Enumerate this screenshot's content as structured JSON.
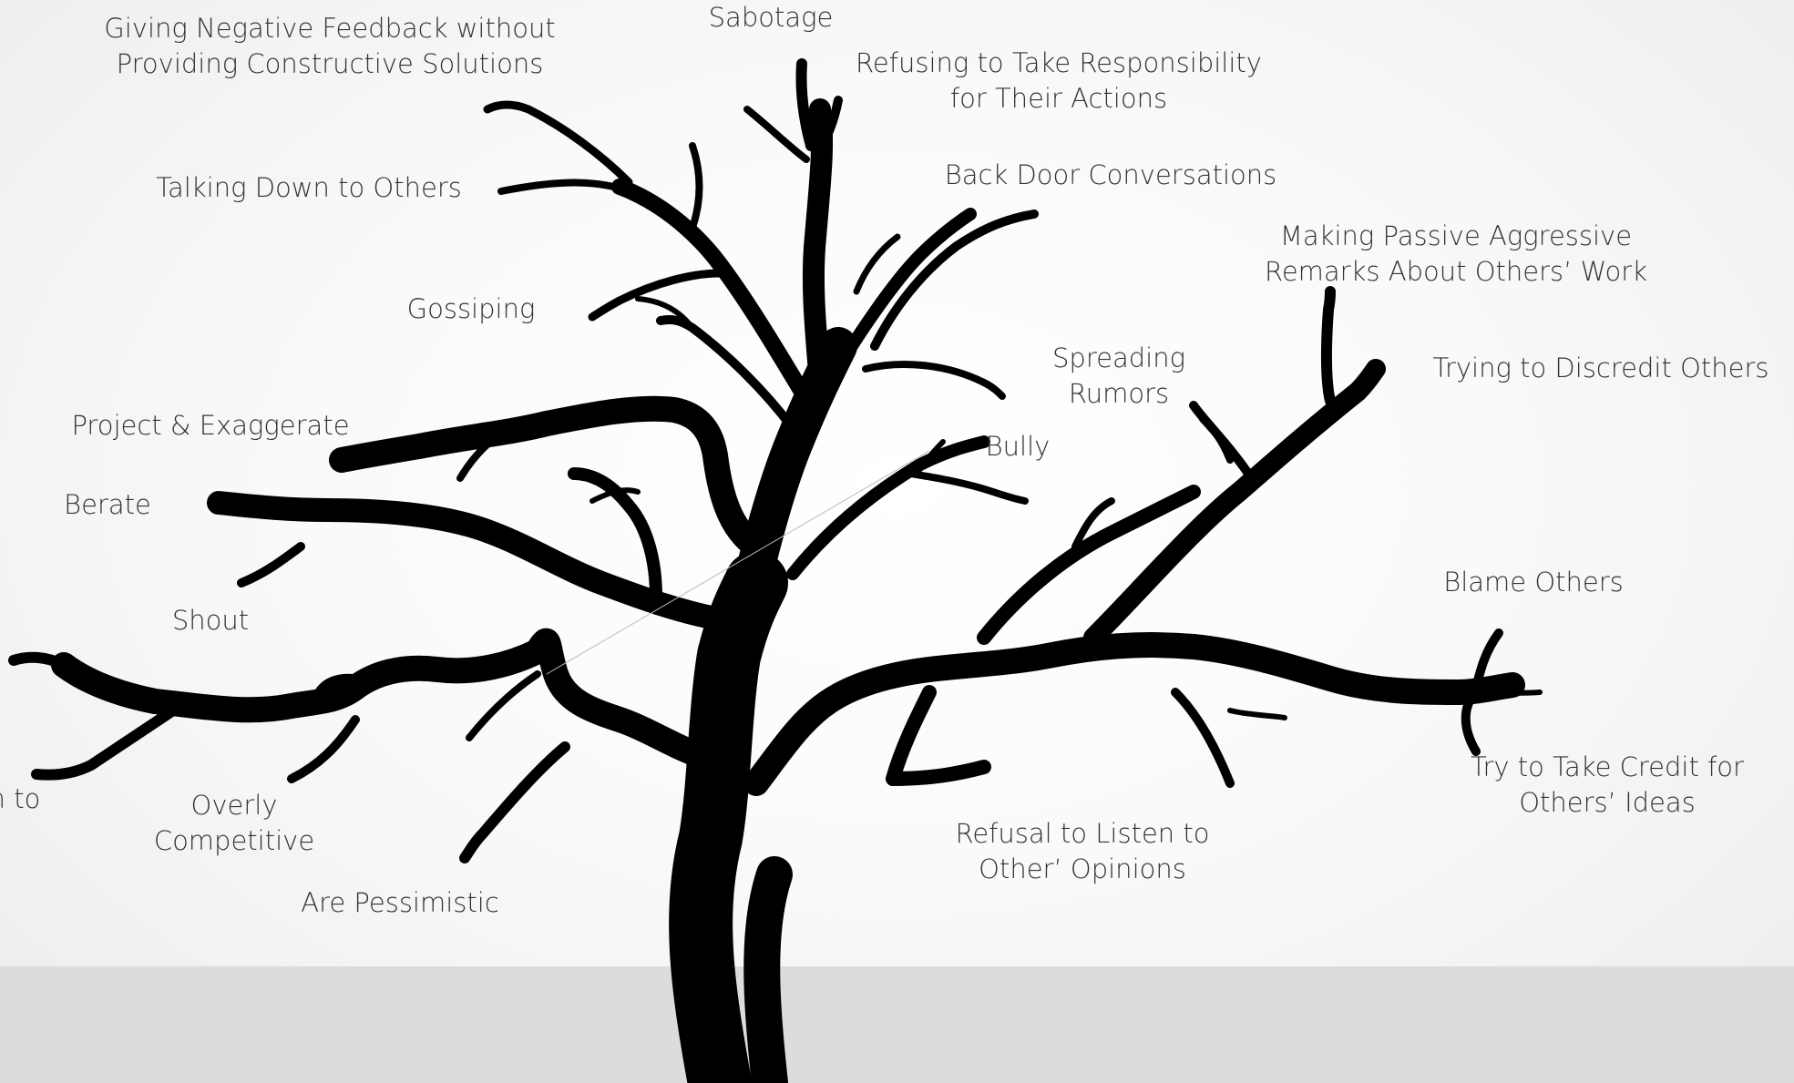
{
  "labels": {
    "sabotage": "Sabotage",
    "giving_negative": [
      "Giving Negative Feedback without",
      "Providing Constructive Solutions"
    ],
    "refusing_responsibility": [
      "Refusing to Take Responsibility",
      "for Their Actions"
    ],
    "talking_down": "Talking Down to Others",
    "back_door": "Back Door Conversations",
    "passive_aggressive": [
      "Making Passive Aggressive",
      "Remarks About Others’ Work"
    ],
    "gossiping": "Gossiping",
    "spreading_rumors": [
      "Spreading",
      "Rumors"
    ],
    "trying_discredit": "Trying to Discredit Others",
    "project_exaggerate": "Project & Exaggerate",
    "bully": "Bully",
    "berate": "Berate",
    "blame_others": "Blame Others",
    "shout": "Shout",
    "truncated_left": "n to",
    "overly_competitive": [
      "Overly",
      "Competitive"
    ],
    "try_take_credit": [
      "Try to Take Credit for",
      "Others’ Ideas"
    ],
    "refusal_listen": [
      "Refusal to Listen to",
      "Other’ Opinions"
    ],
    "are_pessimistic": "Are Pessimistic"
  }
}
